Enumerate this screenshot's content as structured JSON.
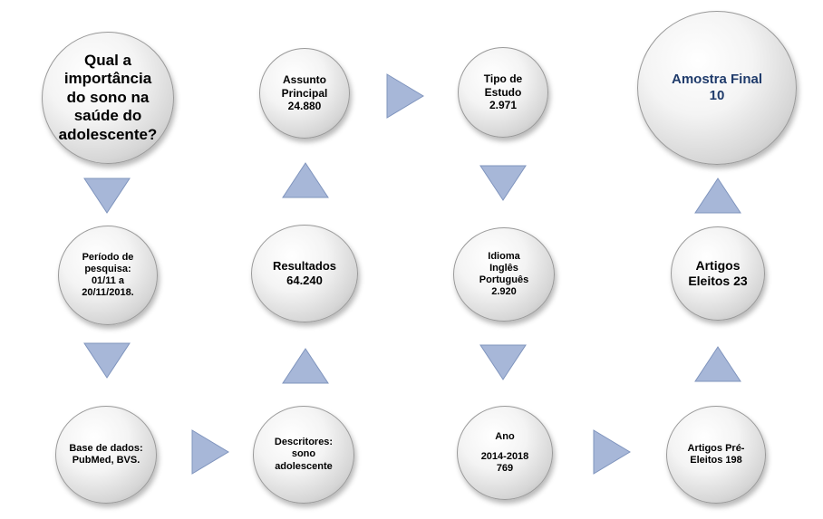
{
  "nodes": {
    "question": {
      "lines": [
        "Qual a",
        "importância",
        "do sono na",
        "saúde do",
        "adolescente?"
      ]
    },
    "period": {
      "lines": [
        "Período de",
        "pesquisa:",
        "01/11 a",
        "20/11/2018."
      ]
    },
    "database": {
      "lines": [
        "Base de dados:",
        "PubMed, BVS."
      ]
    },
    "descriptors": {
      "lines": [
        "Descritores:",
        "sono",
        "adolescente"
      ]
    },
    "results": {
      "lines": [
        "Resultados",
        "64.240"
      ]
    },
    "main_subject": {
      "lines": [
        "Assunto",
        "Principal",
        "24.880"
      ]
    },
    "study_type": {
      "lines": [
        "Tipo de",
        "Estudo",
        "2.971"
      ]
    },
    "language": {
      "lines": [
        "Idioma",
        "Inglês",
        "Português",
        "2.920"
      ]
    },
    "year": {
      "lines": [
        "Ano",
        "2014-2018",
        "769"
      ]
    },
    "preselected": {
      "lines": [
        "Artigos Pré-",
        "Eleitos 198"
      ]
    },
    "selected": {
      "lines": [
        "Artigos",
        "Eleitos 23"
      ]
    },
    "final_sample": {
      "lines": [
        "Amostra Final",
        "10"
      ]
    }
  },
  "colors": {
    "arrow_fill": "#a7b7d8",
    "arrow_stroke": "#7f94bd",
    "final_text": "#1f3b6b"
  }
}
